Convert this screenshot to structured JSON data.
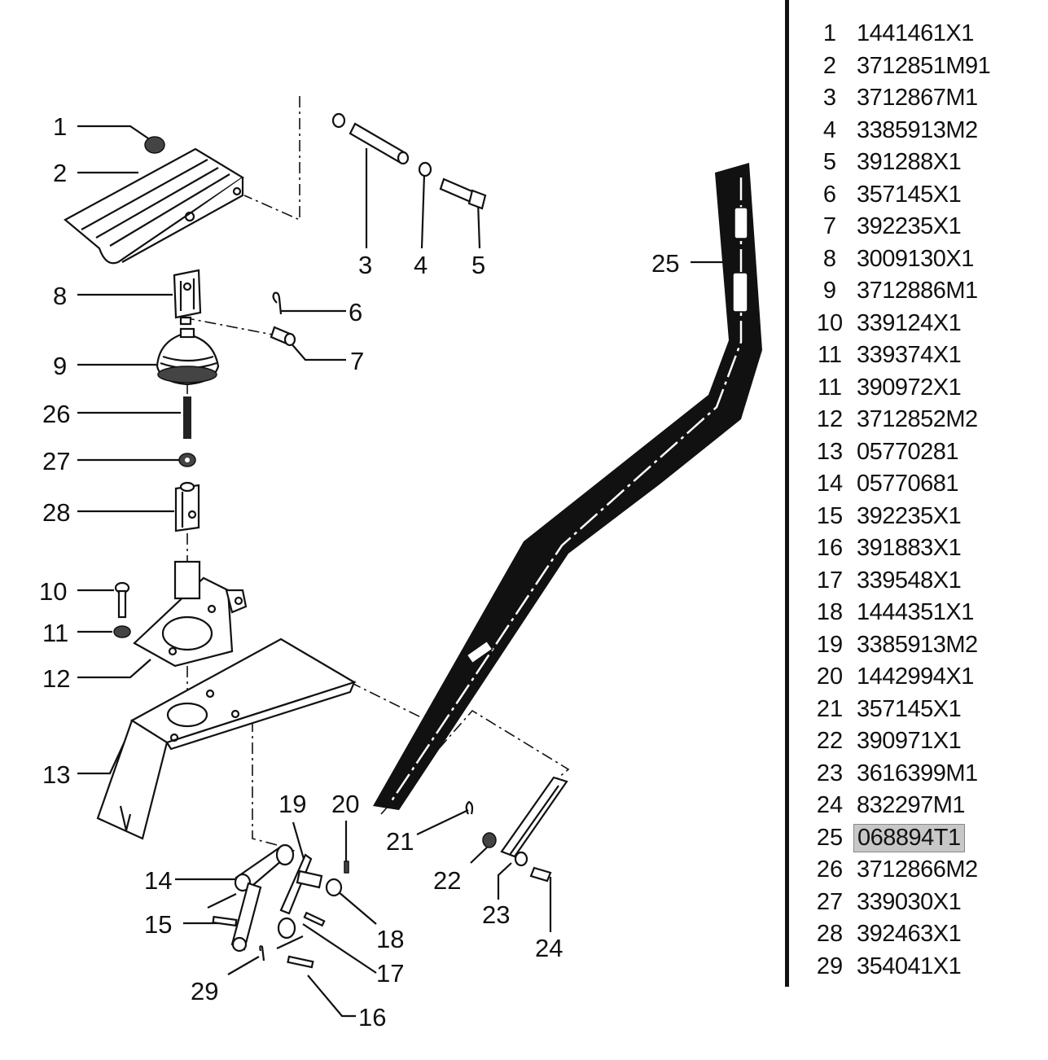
{
  "diagram": {
    "callouts": [
      "1",
      "2",
      "3",
      "4",
      "5",
      "6",
      "7",
      "8",
      "9",
      "10",
      "11",
      "12",
      "13",
      "14",
      "15",
      "16",
      "17",
      "18",
      "19",
      "20",
      "21",
      "22",
      "23",
      "24",
      "25",
      "26",
      "27",
      "28",
      "29"
    ]
  },
  "parts_list": [
    {
      "item": "1",
      "part": "1441461X1"
    },
    {
      "item": "2",
      "part": "3712851M91"
    },
    {
      "item": "3",
      "part": "3712867M1"
    },
    {
      "item": "4",
      "part": "3385913M2"
    },
    {
      "item": "5",
      "part": "391288X1"
    },
    {
      "item": "6",
      "part": "357145X1"
    },
    {
      "item": "7",
      "part": "392235X1"
    },
    {
      "item": "8",
      "part": "3009130X1"
    },
    {
      "item": "9",
      "part": "3712886M1"
    },
    {
      "item": "10",
      "part": "339124X1"
    },
    {
      "item": "11",
      "part": "339374X1"
    },
    {
      "item": "11",
      "part": "390972X1"
    },
    {
      "item": "12",
      "part": "3712852M2"
    },
    {
      "item": "13",
      "part": "05770281"
    },
    {
      "item": "14",
      "part": "05770681"
    },
    {
      "item": "15",
      "part": "392235X1"
    },
    {
      "item": "16",
      "part": "391883X1"
    },
    {
      "item": "17",
      "part": "339548X1"
    },
    {
      "item": "18",
      "part": "1444351X1"
    },
    {
      "item": "19",
      "part": "3385913M2"
    },
    {
      "item": "20",
      "part": "1442994X1"
    },
    {
      "item": "21",
      "part": "357145X1"
    },
    {
      "item": "22",
      "part": "390971X1"
    },
    {
      "item": "23",
      "part": "3616399M1"
    },
    {
      "item": "24",
      "part": "832297M1"
    },
    {
      "item": "25",
      "part": "068894T1",
      "highlighted": true
    },
    {
      "item": "26",
      "part": "3712866M2"
    },
    {
      "item": "27",
      "part": "339030X1"
    },
    {
      "item": "28",
      "part": "392463X1"
    },
    {
      "item": "29",
      "part": "354041X1"
    }
  ]
}
